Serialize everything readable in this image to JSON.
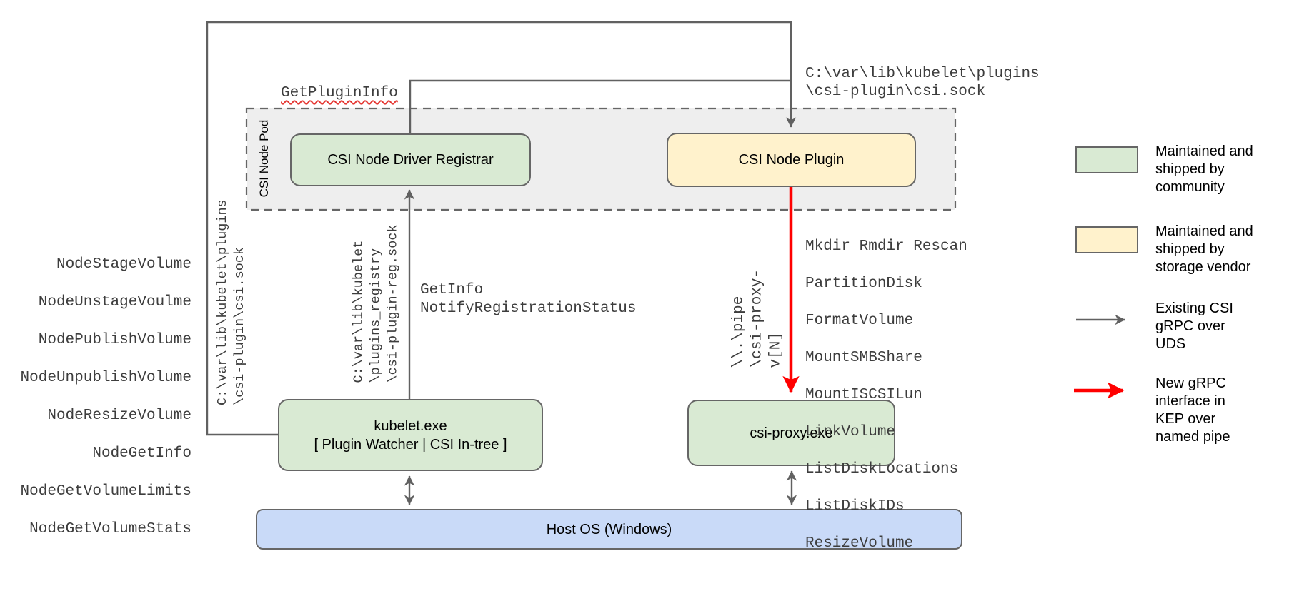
{
  "diagram": {
    "pod": {
      "label": "CSI Node Pod"
    },
    "boxes": {
      "registrar": {
        "label": "CSI Node Driver Registrar"
      },
      "plugin": {
        "label": "CSI Node Plugin"
      },
      "kubelet": {
        "line1": "kubelet.exe",
        "line2": "[ Plugin Watcher | CSI In-tree ]"
      },
      "csi_proxy": {
        "label": "csi-proxy.exe"
      },
      "host_os": {
        "label": "Host OS (Windows)"
      }
    },
    "annotations": {
      "get_plugin_info": "GetPluginInfo",
      "csi_sock_path": "C:\\var\\lib\\kubelet\\plugins\n\\csi-plugin\\csi.sock",
      "csi_sock_path_vertical": "C:\\var\\lib\\kubelet\\plugins\n\\csi-plugin\\csi.sock",
      "registration_sock_vertical": "C:\\var\\lib\\kubelet\n\\plugins_registry\n\\csi-plugin-reg.sock",
      "named_pipe_vertical": "\\\\.\\pipe\n\\csi-proxy-v[N]",
      "registration_calls": "GetInfo\nNotifyRegistrationStatus"
    },
    "node_methods": [
      "NodeStageVolume",
      "NodeUnstageVoulme",
      "NodePublishVolume",
      "NodeUnpublishVolume",
      "NodeResizeVolume",
      "NodeGetInfo",
      "NodeGetVolumeLimits",
      "NodeGetVolumeStats"
    ],
    "proxy_methods": [
      "Mkdir Rmdir Rescan",
      "PartitionDisk",
      "FormatVolume",
      "MountSMBShare",
      "MountISCSILun",
      "LinkVolume",
      "ListDiskLocations",
      "ListDiskIDs",
      "ResizeVolume"
    ]
  },
  "legend": {
    "items": [
      {
        "key": "community",
        "label": "Maintained and\nshipped by\ncommunity"
      },
      {
        "key": "storage-vendor",
        "label": "Maintained and\nshipped by\nstorage vendor"
      },
      {
        "key": "existing-grpc",
        "label": "Existing CSI\ngRPC over\nUDS"
      },
      {
        "key": "new-grpc",
        "label": "New gRPC\ninterface in\nKEP over\nnamed pipe"
      }
    ]
  },
  "colors": {
    "community_fill": "#d9ead3",
    "vendor_fill": "#fff2cc",
    "host_fill": "#c9daf8",
    "pod_fill": "#eeeeee",
    "line_gray": "#616161",
    "arrow_red": "#ff0000"
  }
}
